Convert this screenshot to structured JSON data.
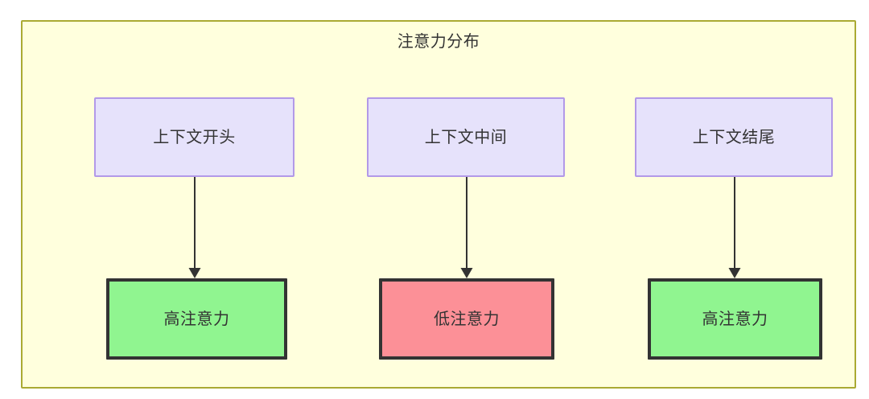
{
  "diagram": {
    "title": "注意力分布",
    "container": {
      "fill": "#ffffdd",
      "stroke": "#aaaa33"
    },
    "colors": {
      "context_fill": "#e6e2fb",
      "context_stroke": "#b299e8",
      "high_attention_fill": "#90f590",
      "low_attention_fill": "#fc9097",
      "node_stroke": "#333333",
      "edge_stroke": "#333333",
      "text": "#333333"
    },
    "context_nodes": [
      {
        "id": "context-start",
        "label": "上下文开头"
      },
      {
        "id": "context-middle",
        "label": "上下文中间"
      },
      {
        "id": "context-end",
        "label": "上下文结尾"
      }
    ],
    "attention_nodes": [
      {
        "id": "attention-start",
        "label": "高注意力",
        "level": "high"
      },
      {
        "id": "attention-middle",
        "label": "低注意力",
        "level": "low"
      },
      {
        "id": "attention-end",
        "label": "高注意力",
        "level": "high"
      }
    ],
    "edges": [
      {
        "id": "edge-start",
        "from": "上下文开头",
        "to": "高注意力",
        "arrow": "arrow-down-icon"
      },
      {
        "id": "edge-middle",
        "from": "上下文中间",
        "to": "低注意力",
        "arrow": "arrow-down-icon"
      },
      {
        "id": "edge-end",
        "from": "上下文结尾",
        "to": "高注意力",
        "arrow": "arrow-down-icon"
      }
    ]
  }
}
